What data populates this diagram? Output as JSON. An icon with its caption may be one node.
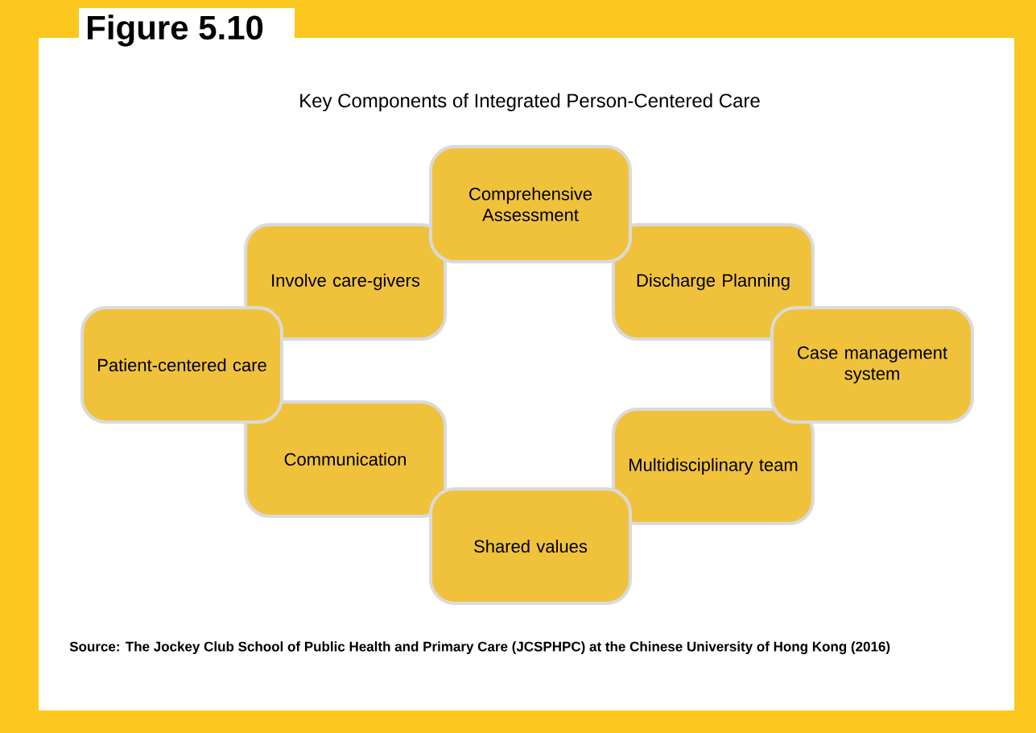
{
  "diagram": {
    "title": "Key Components of Integrated Person-Centered Care",
    "caption": "Source: The Jockey Club School of Public Health and Primary Care (JCSPHPC) at the Chinese University of Hong Kong (2016)",
    "nodes": [
      {
        "text": [
          "Comprehensive Assessment"
        ]
      },
      {
        "text": [
          "Involve care-givers"
        ]
      },
      {
        "text": [
          "Discharge Planning"
        ]
      },
      {
        "text": [
          "Patient-centered care"
        ]
      },
      {
        "text": [
          "Case management system"
        ]
      },
      {
        "text": [
          "Communication"
        ]
      },
      {
        "text": [
          "Multidisciplinary team"
        ]
      },
      {
        "text": [
          "Shared values"
        ]
      }
    ],
    "labels": [
      "Figure 5.10"
    ]
  }
}
